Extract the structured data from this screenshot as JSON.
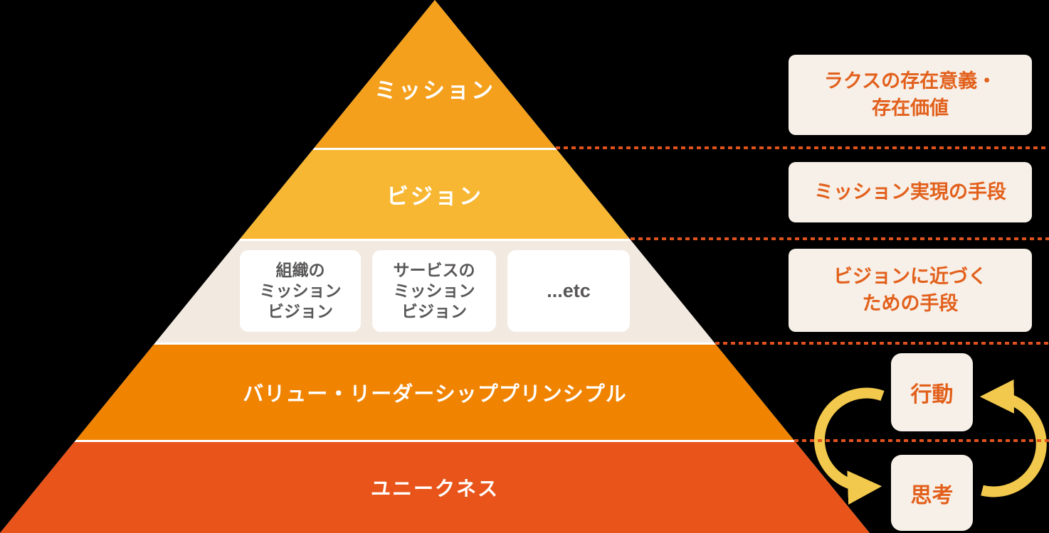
{
  "pyramid": {
    "levels": [
      {
        "label": "ミッション",
        "color": "#F4A01D"
      },
      {
        "label": "ビジョン",
        "color": "#F7B733"
      },
      {
        "label": "",
        "color": "#F2EAE0"
      },
      {
        "label": "バリュー・リーダーシッププリンシプル",
        "color": "#F08300"
      },
      {
        "label": "ユニークネス",
        "color": "#E9541A"
      }
    ],
    "sub_boxes": [
      {
        "lines": [
          "組織の",
          "ミッション",
          "ビジョン"
        ]
      },
      {
        "lines": [
          "サービスの",
          "ミッション",
          "ビジョン"
        ]
      },
      {
        "lines": [
          "...etc"
        ]
      }
    ]
  },
  "annotations": [
    {
      "lines": [
        "ラクスの存在意義・",
        "存在価値"
      ]
    },
    {
      "lines": [
        "ミッション実現の手段"
      ]
    },
    {
      "lines": [
        "ビジョンに近づく",
        "ための手段"
      ]
    }
  ],
  "cycle": {
    "top_label": "行動",
    "bottom_label": "思考"
  },
  "colors": {
    "level1": "#F4A01D",
    "level2": "#F7B733",
    "level3": "#F2EAE0",
    "level4": "#F08300",
    "level5": "#E9541A",
    "separator": "#FFFFFF",
    "dashed_line": "#E0521C",
    "card_background": "#F7F0E8",
    "card_text": "#E2601C",
    "sub_box_background": "#FFFFFF",
    "sub_box_text": "#595757",
    "cycle_arrow": "#F2C94C",
    "background": "#000000"
  }
}
